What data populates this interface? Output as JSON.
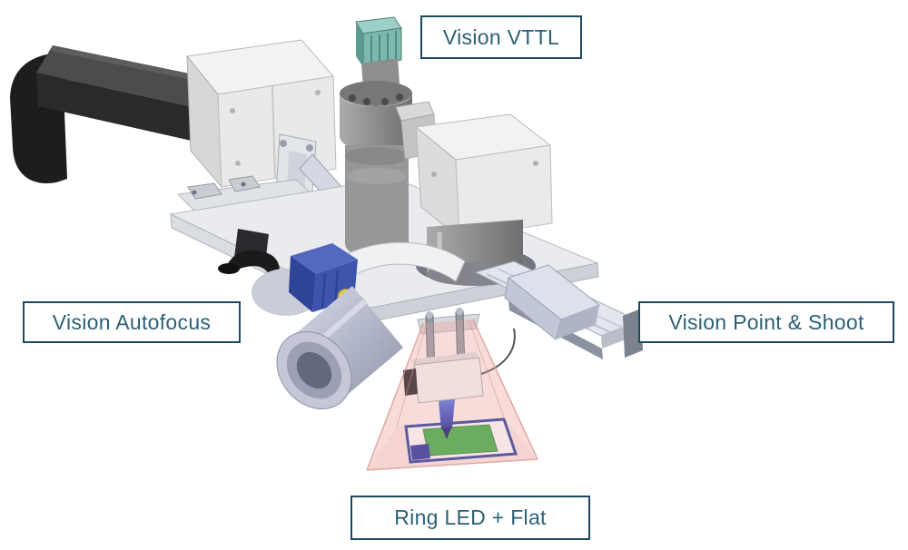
{
  "labels": {
    "vision_vttl": "Vision VTTL",
    "vision_autofocus": "Vision Autofocus",
    "vision_point_shoot": "Vision Point & Shoot",
    "ring_led_flat": "Ring LED + Flat"
  },
  "colors": {
    "label_text": "#2b6077",
    "label_border": "#1d4a5e",
    "cone_pink": "#eba8a2",
    "target_green": "#3fae4a",
    "platform_blue": "#2b3f9e",
    "sensor_blue": "#3d54ad",
    "fitting_teal": "#7db8ae",
    "nozzle_blue": "#2b44c8"
  }
}
